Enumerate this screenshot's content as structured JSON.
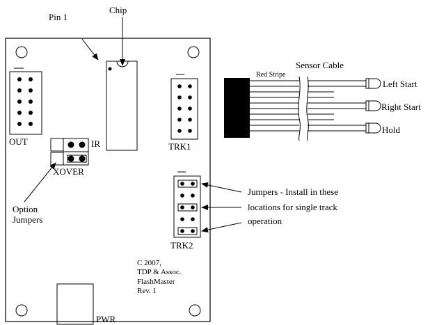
{
  "labels": {
    "chip": "Chip",
    "pin1": "Pin 1",
    "out": "OUT",
    "ir": "IR",
    "xover": "XOVER",
    "trk1": "TRK1",
    "trk2": "TRK2",
    "option_jumpers_line1": "Option",
    "option_jumpers_line2": "Jumpers",
    "jumpers_note_line1": "Jumpers - Install in these",
    "jumpers_note_line2": "locations for single track",
    "jumpers_note_line3": "operation",
    "pwr": "PWR",
    "copyright_line1": "C 2007,",
    "copyright_line2": "TDP & Assoc.",
    "copyright_line3": "FlashMaster",
    "copyright_line4": "Rev. 1"
  },
  "sensor_cable": {
    "title": "Sensor Cable",
    "stripe": "Red Stripe",
    "leads": [
      "Left Start",
      "Right Start",
      "Hold"
    ]
  },
  "colors": {
    "ink": "#000000",
    "background": "#ffffff"
  }
}
